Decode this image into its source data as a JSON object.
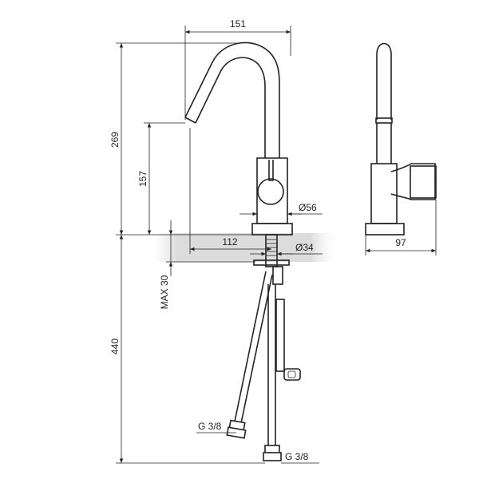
{
  "dimensions": {
    "spout_reach": "151",
    "total_height": "269",
    "spout_height": "157",
    "body_diameter": "Ø56",
    "reach_from_axis": "112",
    "hole_diameter": "Ø34",
    "max_thickness": "MAX 30",
    "hose_length": "440",
    "side_depth": "97",
    "hose_thread_left": "G 3/8",
    "hose_thread_right": "G 3/8"
  },
  "colors": {
    "line": "#222222",
    "countertop_band": "#dcdcdc",
    "background": "#ffffff"
  }
}
